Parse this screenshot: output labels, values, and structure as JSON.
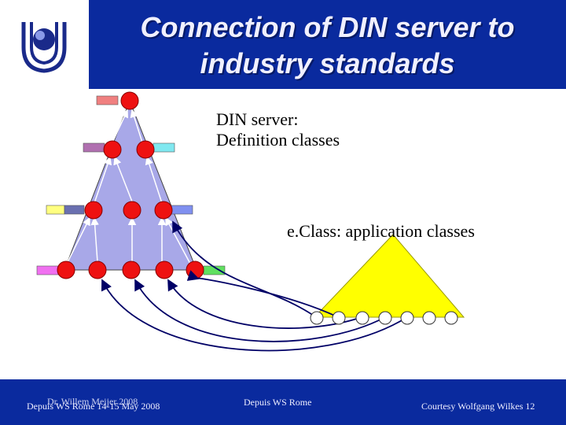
{
  "title": {
    "line1": "Connection of DIN server to",
    "line2": "industry standards"
  },
  "labels": {
    "din_server_line1": "DIN server:",
    "din_server_line2": "Definition classes",
    "eclass": "e.Class: application classes"
  },
  "footer": {
    "left_overlay": "Dr. Willem Meijer 2008",
    "left": "Depuis WS Rome 14-15 May 2008",
    "center": "Depuis WS Rome",
    "right": "Courtesy Wolfgang Wilkes  12"
  },
  "colors": {
    "title_band": "#0a2a9e",
    "din_triangle": "#a8a8e8",
    "eclass_triangle": "#ffff00",
    "node_red": "#ee1111",
    "arrow": "#000066"
  },
  "icons": {
    "logo": "university-logo-icon"
  }
}
